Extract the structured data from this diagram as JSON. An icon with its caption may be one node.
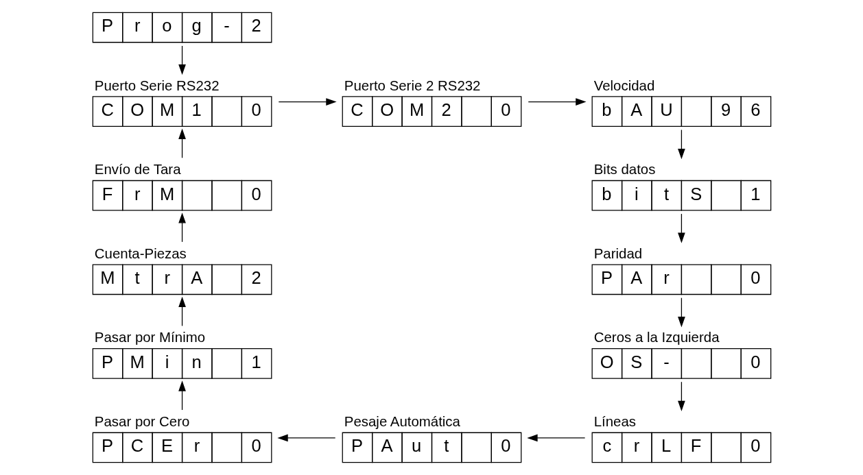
{
  "diagram": {
    "nodes": [
      {
        "text": [
          "P r o g - 2"
        ]
      },
      {
        "text": [
          "Puerto Serie RS232",
          "C O M 1  0"
        ]
      },
      {
        "text": [
          "Puerto Serie 2 RS232",
          "C O M 2  0"
        ]
      },
      {
        "text": [
          "Velocidad",
          "b A U  9 6"
        ]
      },
      {
        "text": [
          "Envío de Tara",
          "F r M   0"
        ]
      },
      {
        "text": [
          "Bits datos",
          "b i t S  1"
        ]
      },
      {
        "text": [
          "Cuenta-Piezas",
          "M t r A  2"
        ]
      },
      {
        "text": [
          "Paridad",
          "P A r   0"
        ]
      },
      {
        "text": [
          "Pasar por Mínimo",
          "P M i n  1"
        ]
      },
      {
        "text": [
          "Ceros a la Izquierda",
          "O S -   0"
        ]
      },
      {
        "text": [
          "Pasar por Cero",
          "P C E r  0"
        ]
      },
      {
        "text": [
          "Pesaje Automática",
          "P A u t  0"
        ]
      },
      {
        "text": [
          "Líneas",
          "c r L F  0"
        ]
      }
    ],
    "edges": [
      {
        "from": 0,
        "to": 1,
        "arrow": "to"
      },
      {
        "from": 4,
        "to": 1,
        "arrow": "to"
      },
      {
        "from": 6,
        "to": 4,
        "arrow": "to"
      },
      {
        "from": 8,
        "to": 6,
        "arrow": "to"
      },
      {
        "from": 10,
        "to": 8,
        "arrow": "to"
      },
      {
        "from": 1,
        "to": 2,
        "arrow": "to"
      },
      {
        "from": 2,
        "to": 3,
        "arrow": "to"
      },
      {
        "from": 3,
        "to": 5,
        "arrow": "to"
      },
      {
        "from": 5,
        "to": 7,
        "arrow": "to"
      },
      {
        "from": 7,
        "to": 9,
        "arrow": "to"
      },
      {
        "from": 9,
        "to": 12,
        "arrow": "to"
      },
      {
        "from": 12,
        "to": 11,
        "arrow": "to"
      },
      {
        "from": 11,
        "to": 10,
        "arrow": "to"
      }
    ]
  }
}
